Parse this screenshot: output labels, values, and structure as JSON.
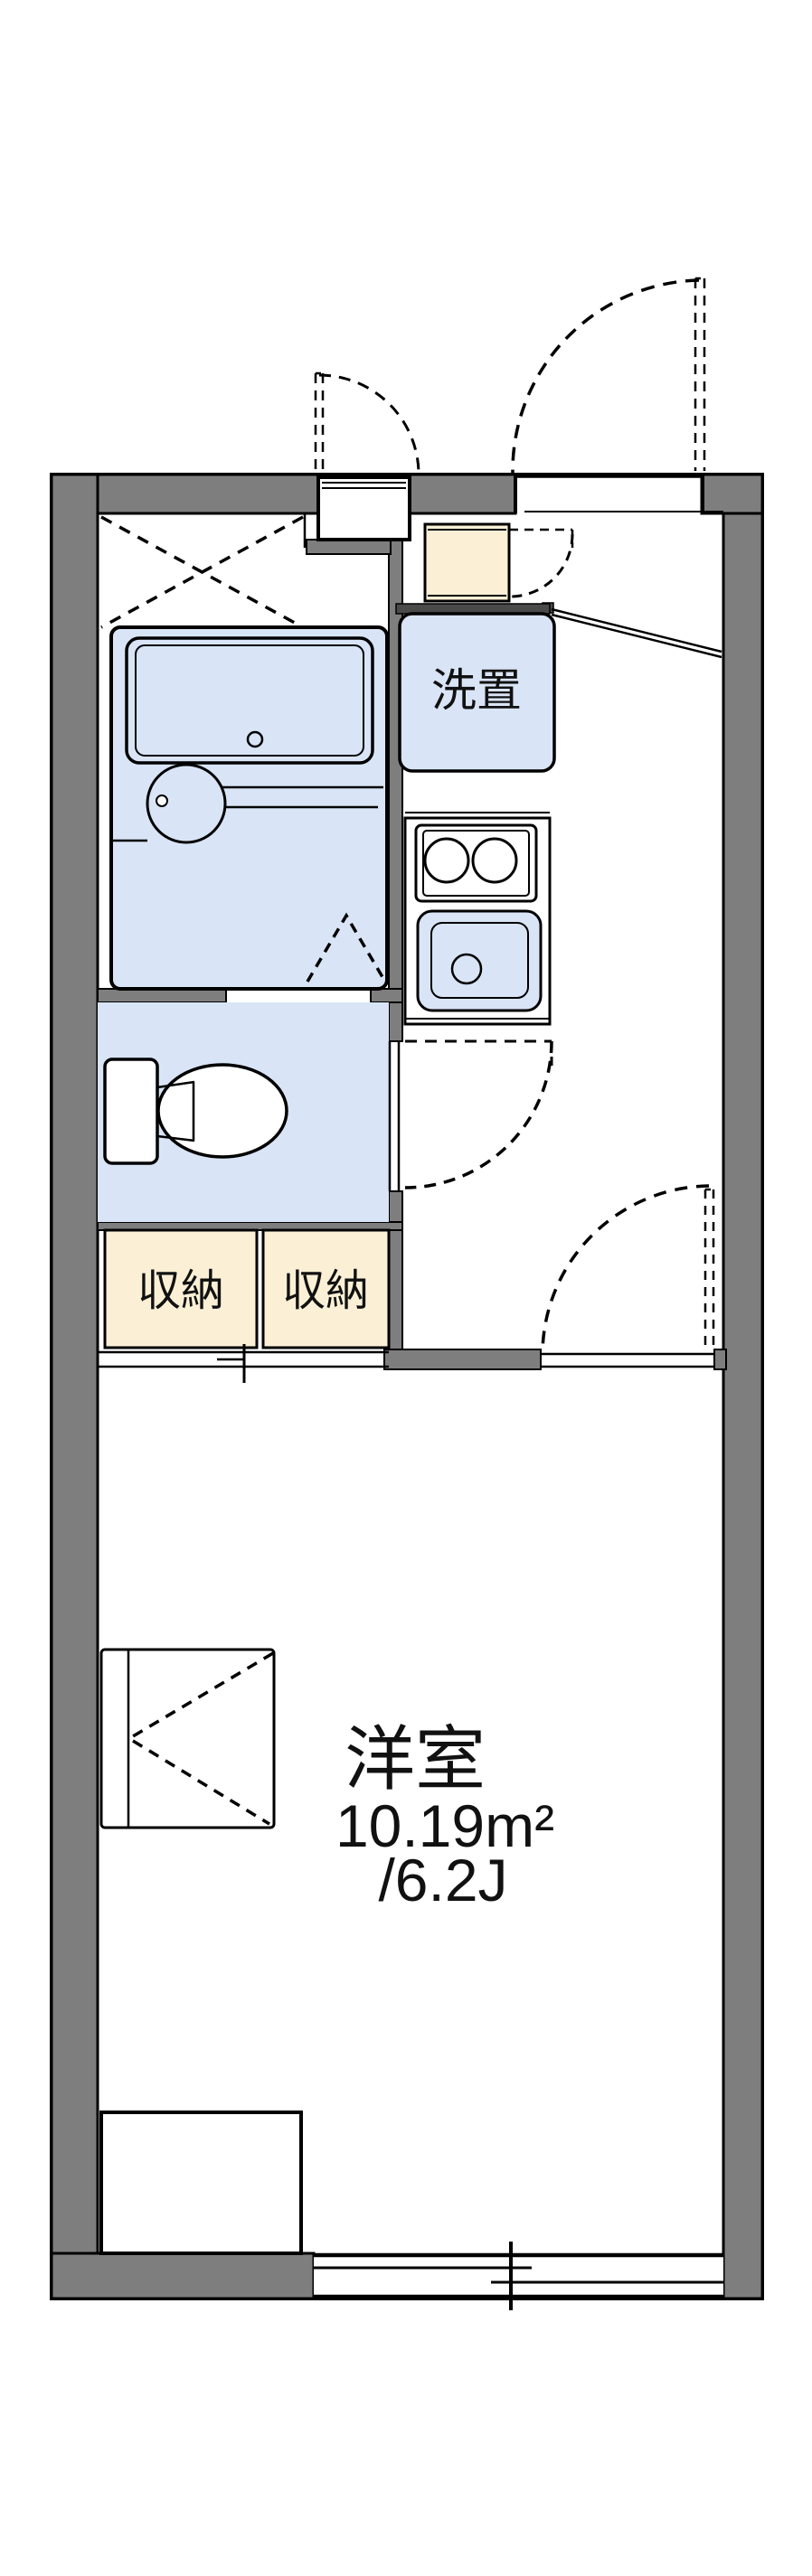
{
  "plan": {
    "type": "apartment-floor-plan-1K",
    "rooms": {
      "main": {
        "name": "洋室",
        "area_m2": "10.19m²",
        "area_jo": "/6.2J"
      },
      "washer_space": {
        "label": "洗置"
      },
      "storage_left": {
        "label": "収納"
      },
      "storage_right": {
        "label": "収納"
      }
    },
    "fixtures": [
      "bathtub",
      "washbasin",
      "toilet",
      "gas-stove-two-burners",
      "kitchen-sink",
      "washing-machine-space",
      "entrance-step",
      "shoe-cabinet",
      "storage-closet-left",
      "storage-closet-right",
      "sliding-window",
      "bay-alcove"
    ],
    "doors": [
      "entrance-door",
      "bathroom-window-door",
      "shoe-cabinet-door",
      "toilet-door",
      "main-room-door",
      "bathroom-folding-door"
    ],
    "colors": {
      "wall": "#7e7e7e",
      "fixture-blue": "#d9e5f6",
      "storage-beige": "#fbf0d6",
      "dark-bar": "#4a4a4a",
      "line": "#000000"
    }
  }
}
